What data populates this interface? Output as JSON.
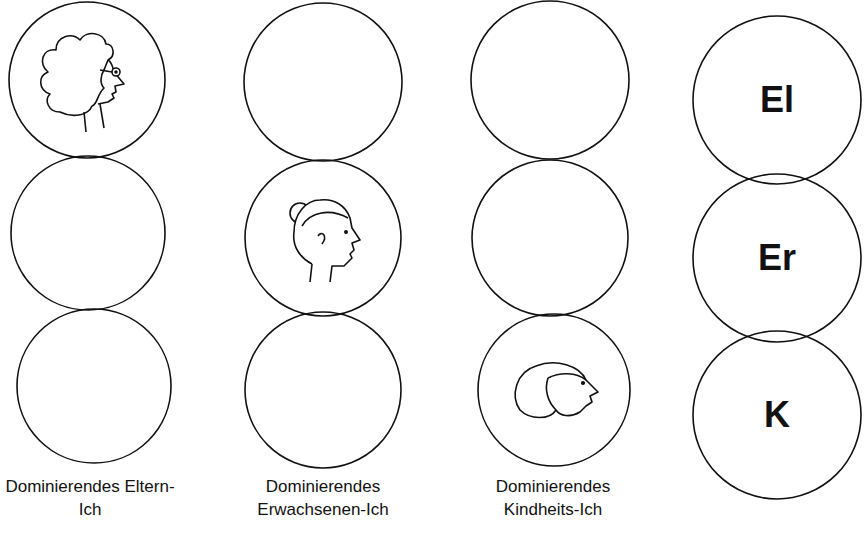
{
  "diagram": {
    "nodes": [
      {
        "text": [
          "El"
        ]
      },
      {
        "text": [
          "Er"
        ]
      },
      {
        "text": [
          "K"
        ]
      }
    ],
    "labels": [
      "Dominierendes Eltern-Ich",
      "Dominierendes Erwachsenen-Ich",
      "Dominierendes Kindheits-Ich"
    ]
  }
}
